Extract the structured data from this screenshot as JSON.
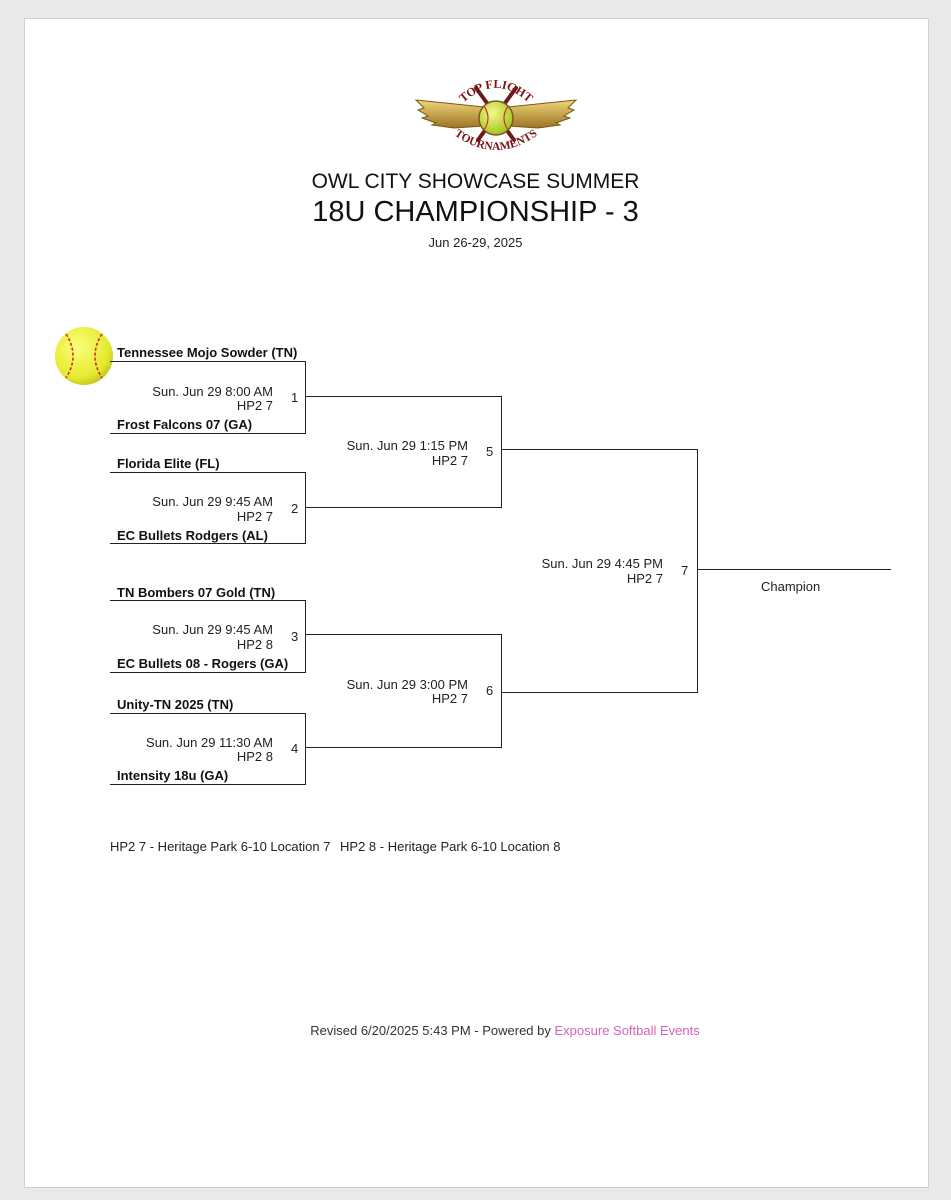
{
  "header": {
    "logo_text_top": "TOP FLIGHT",
    "logo_text_bottom": "TOURNAMENTS",
    "event_name": "OWL CITY SHOWCASE SUMMER",
    "division": "18U CHAMPIONSHIP - 3",
    "dates": "Jun 26-29, 2025"
  },
  "games": [
    {
      "number": "1",
      "time": "Sun. Jun 29 8:00 AM",
      "location": "HP2 7",
      "team_top": "Tennessee Mojo Sowder (TN)",
      "team_bottom": "Frost Falcons 07 (GA)"
    },
    {
      "number": "2",
      "time": "Sun. Jun 29 9:45 AM",
      "location": "HP2 7",
      "team_top": "Florida Elite (FL)",
      "team_bottom": "EC Bullets Rodgers (AL)"
    },
    {
      "number": "3",
      "time": "Sun. Jun 29 9:45 AM",
      "location": "HP2 8",
      "team_top": "TN Bombers 07 Gold (TN)",
      "team_bottom": "EC Bullets 08 - Rogers (GA)"
    },
    {
      "number": "4",
      "time": "Sun. Jun 29 11:30 AM",
      "location": "HP2 8",
      "team_top": "Unity-TN 2025 (TN)",
      "team_bottom": "Intensity 18u (GA)"
    },
    {
      "number": "5",
      "time": "Sun. Jun 29 1:15 PM",
      "location": "HP2 7"
    },
    {
      "number": "6",
      "time": "Sun. Jun 29 3:00 PM",
      "location": "HP2 7"
    },
    {
      "number": "7",
      "time": "Sun. Jun 29 4:45 PM",
      "location": "HP2 7"
    }
  ],
  "champion_label": "Champion",
  "legend": [
    "HP2 7 - Heritage Park 6-10 Location 7",
    "HP2 8 - Heritage Park 6-10 Location 8"
  ],
  "footer": {
    "revised": "Revised 6/20/2025 5:43 PM - Powered by",
    "link": "Exposure Softball Events"
  },
  "colors": {
    "line": "#222222",
    "link": "#d563b9",
    "softball": "#e3ea2e",
    "stitch": "#d22a2a",
    "wing_gold": "#c9a13b"
  },
  "icons": {
    "logo": "top-flight-winged-softball-logo",
    "softball": "softball-icon"
  }
}
